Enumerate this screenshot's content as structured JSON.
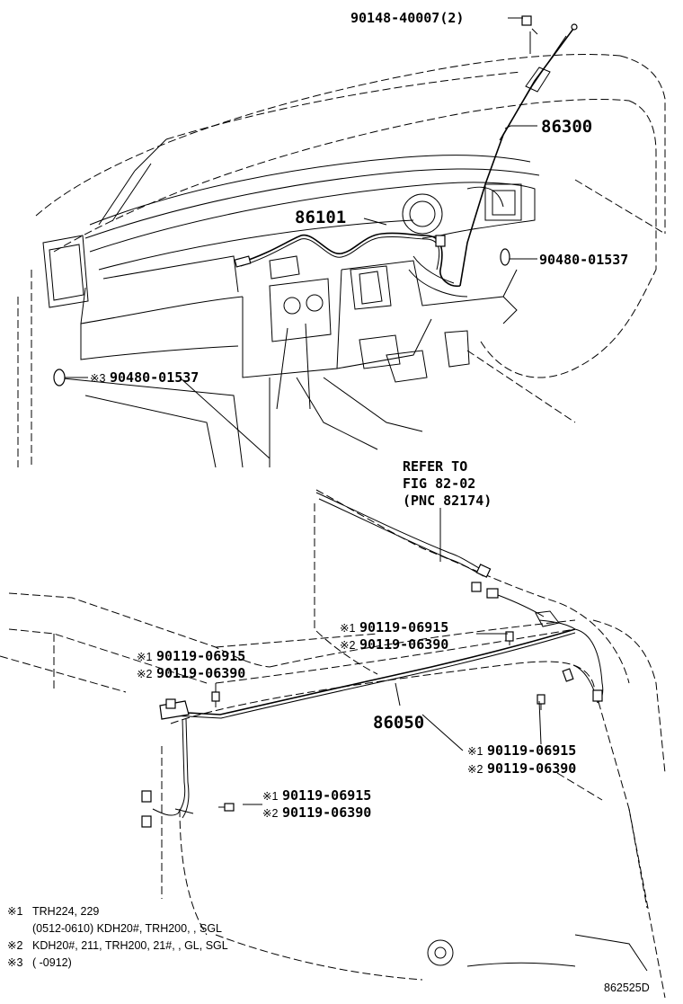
{
  "labels": {
    "bolt_top": "90148-40007(2)",
    "antenna": "86300",
    "cord_front": "86101",
    "clip_right": "90480-01537",
    "clip_left": "90480-01537",
    "refer_line1": "REFER TO",
    "refer_line2": "FIG 82-02",
    "refer_line3": "(PNC 82174)",
    "cord_rear": "86050",
    "clamp_a1": "90119-06915",
    "clamp_a2": "90119-06390",
    "clamp_b1": "90119-06915",
    "clamp_b2": "90119-06390",
    "clamp_c1": "90119-06915",
    "clamp_c2": "90119-06390",
    "clamp_d1": "90119-06915",
    "clamp_d2": "90119-06390"
  },
  "marks": {
    "m1": "※1",
    "m2": "※2",
    "m3": "※3"
  },
  "notes": {
    "n1_mark": "※1",
    "n1_line1": "TRH224, 229",
    "n1_line2": "(0512-0610) KDH20#, TRH200, , SGL",
    "n2_mark": "※2",
    "n2_line1": "KDH20#, 211, TRH200, 21#, , GL, SGL",
    "n3_mark": "※3",
    "n3_line1": "(        -0912)"
  },
  "figure_code": "862525D"
}
